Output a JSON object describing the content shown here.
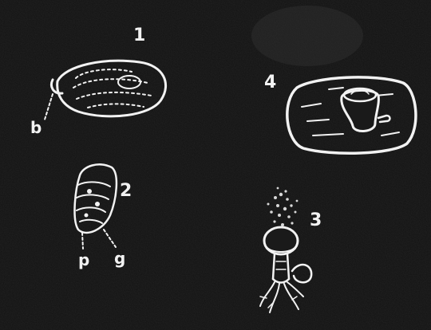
{
  "figures": [
    {
      "id": "1",
      "parts": [
        "b"
      ]
    },
    {
      "id": "2",
      "parts": [
        "p",
        "g"
      ]
    },
    {
      "id": "3",
      "parts": []
    },
    {
      "id": "4",
      "parts": []
    }
  ],
  "colors": {
    "background": "#0f0f0f",
    "ink": "#f2f2f2"
  }
}
